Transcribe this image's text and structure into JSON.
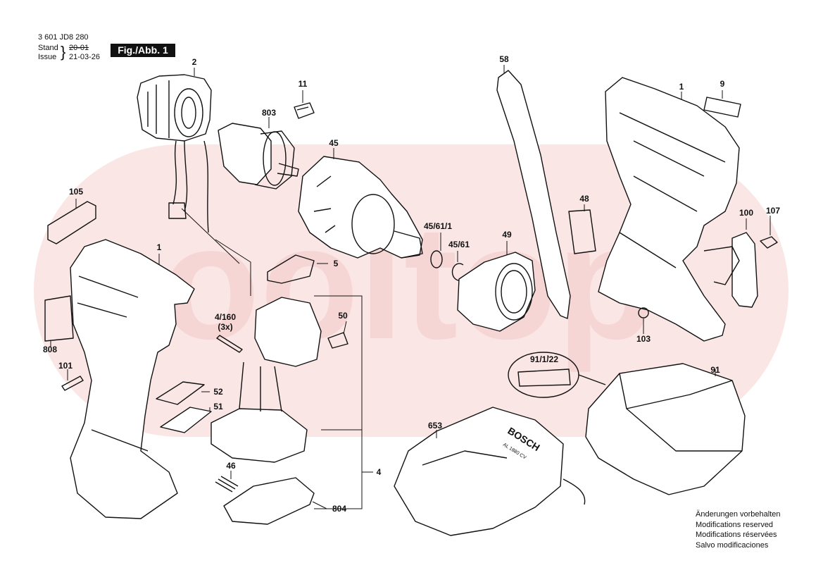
{
  "header": {
    "doc_number": "3 601 JD8 280",
    "stand_label": "Stand",
    "issue_label": "Issue",
    "stand_value": "20-01",
    "issue_value": "21-03-26",
    "figure_label": "Fig./Abb. 1"
  },
  "parts": [
    {
      "id": "2",
      "name": "stator-label"
    },
    {
      "id": "11",
      "name": "clip-label"
    },
    {
      "id": "803",
      "name": "armature-label"
    },
    {
      "id": "45",
      "name": "gear-housing-label"
    },
    {
      "id": "58",
      "name": "strap-label"
    },
    {
      "id": "1",
      "name": "housing-right-label"
    },
    {
      "id": "9",
      "name": "nameplate-label"
    },
    {
      "id": "105",
      "name": "cover-plate-label"
    },
    {
      "id": "1",
      "name": "housing-left-label"
    },
    {
      "id": "5",
      "name": "switch-slider-label"
    },
    {
      "id": "45/61/1",
      "name": "ring-label"
    },
    {
      "id": "45/61",
      "name": "circlip-label"
    },
    {
      "id": "49",
      "name": "nose-cap-label"
    },
    {
      "id": "48",
      "name": "pad-label"
    },
    {
      "id": "100",
      "name": "belt-clip-label"
    },
    {
      "id": "107",
      "name": "screw-107-label"
    },
    {
      "id": "4/160\n(3x)",
      "name": "pin-label"
    },
    {
      "id": "50",
      "name": "direction-switch-label"
    },
    {
      "id": "103",
      "name": "nut-label"
    },
    {
      "id": "808",
      "name": "sticker-label"
    },
    {
      "id": "101",
      "name": "screw-101-label"
    },
    {
      "id": "52",
      "name": "membrane-label"
    },
    {
      "id": "51",
      "name": "display-module-label"
    },
    {
      "id": "91/1/22",
      "name": "battery-detail-label"
    },
    {
      "id": "91",
      "name": "battery-label"
    },
    {
      "id": "653",
      "name": "charger-label"
    },
    {
      "id": "46",
      "name": "spring-label"
    },
    {
      "id": "804",
      "name": "battery-contact-label"
    },
    {
      "id": "4",
      "name": "electronics-assembly-label"
    }
  ],
  "charger": {
    "brand": "BOSCH",
    "model": "AL 1880 CV"
  },
  "watermark": "ooltop",
  "footer": [
    "Änderungen vorbehalten",
    "Modifications reserved",
    "Modifications réservées",
    "Salvo modificaciones"
  ],
  "colors": {
    "ink": "#111111",
    "watermark": "#f6dede"
  }
}
